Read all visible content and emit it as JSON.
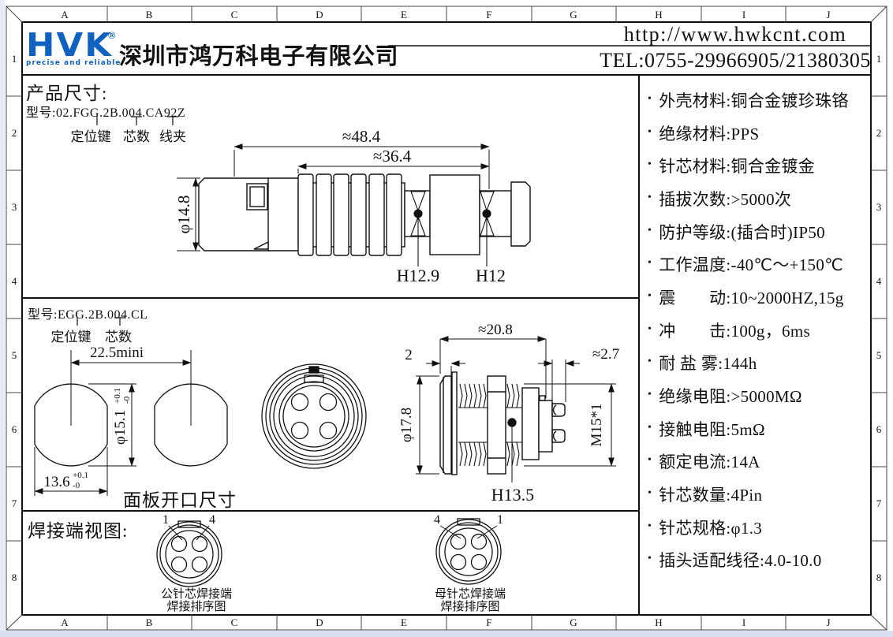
{
  "frame": {
    "cols": [
      "A",
      "B",
      "C",
      "D",
      "E",
      "F",
      "G",
      "H",
      "I",
      "J"
    ],
    "rows": [
      "1",
      "2",
      "3",
      "4",
      "5",
      "6",
      "7",
      "8"
    ]
  },
  "header": {
    "logo_text": "HVK",
    "logo_reg": "®",
    "logo_tagline": "precise and reliable",
    "accent_color": "#1062c0",
    "company": "深圳市鸿万科电子有限公司",
    "website": "http://www.hwkcnt.com",
    "tel": "TEL:0755-29966905/21380305"
  },
  "product": {
    "title": "产品尺寸:",
    "model1": {
      "text": "型号:02.FGG.2B.004.CA92Z",
      "legend": [
        "定位键",
        "芯数",
        "线夹"
      ]
    },
    "model2": {
      "text": "型号:EGG.2B.004.CL",
      "legend": [
        "定位键",
        "芯数"
      ]
    }
  },
  "plug_view": {
    "dim_overall": "≈48.4",
    "dim_front": "≈36.4",
    "dim_diameter": "φ14.8",
    "hex_mid": "H12.9",
    "hex_tip": "H12"
  },
  "panel_cutout": {
    "label": "面板开口尺寸",
    "dim_pitch": "22.5mini",
    "dim_diameter": "φ15.1",
    "dia_tol_upper": "+0.1",
    "dia_tol_lower": "-0",
    "dim_flat": "13.6",
    "flat_tol_upper": "+0.1",
    "flat_tol_lower": "-0"
  },
  "socket_view": {
    "dim_overall": "≈20.8",
    "dim_flange": "2",
    "dim_rear": "≈2.7",
    "dim_diameter": "φ17.8",
    "dim_thread": "M15*1",
    "hex": "H13.5"
  },
  "solder_section": {
    "title": "焊接端视图:",
    "male": {
      "pin_left": "1",
      "pin_right": "4",
      "caption_line1": "公针芯焊接端",
      "caption_line2": "焊接排序图"
    },
    "female": {
      "pin_left": "4",
      "pin_right": "1",
      "caption_line1": "母针芯焊接端",
      "caption_line2": "焊接排序图"
    }
  },
  "specs": {
    "items": [
      "外壳材料:铜合金镀珍珠铬",
      "绝缘材料:PPS",
      "针芯材料:铜合金镀金",
      "插拔次数:>5000次",
      "防护等级:(插合时)IP50",
      "工作温度:-40℃～+150℃",
      "震　　动:10~2000HZ,15g",
      "冲　　击:100g，6ms",
      "耐 盐 雾:144h",
      "绝缘电阻:>5000MΩ",
      "接触电阻:5mΩ",
      "额定电流:14A",
      "针芯数量:4Pin",
      "针芯规格:φ1.3",
      "插头适配线径:4.0-10.0"
    ]
  }
}
